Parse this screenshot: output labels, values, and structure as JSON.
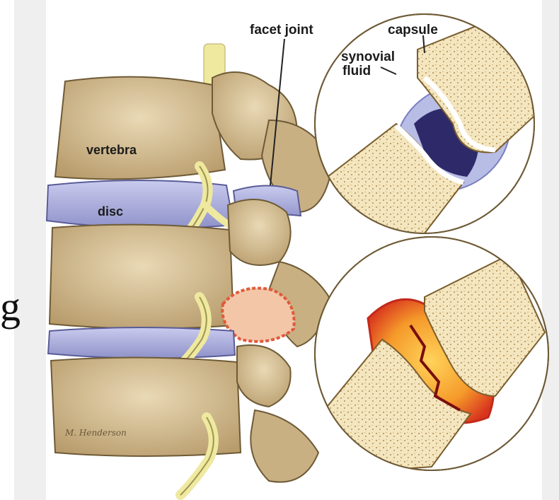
{
  "labels": {
    "vertebra": "vertebra",
    "disc": "disc",
    "facet_joint": "facet joint",
    "capsule": "capsule",
    "synovial": "synovial",
    "fluid": "fluid"
  },
  "edge_glyph": "g",
  "signature": "M. Henderson",
  "colors": {
    "bone": "#d8c39a",
    "bone_shadow": "#b59a6a",
    "disc": "#a6a8d8",
    "nerve": "#efe9a0",
    "synovial": "#2e2a6a",
    "capsule": "#b8bde6",
    "inflammation": "#e84a2a"
  }
}
